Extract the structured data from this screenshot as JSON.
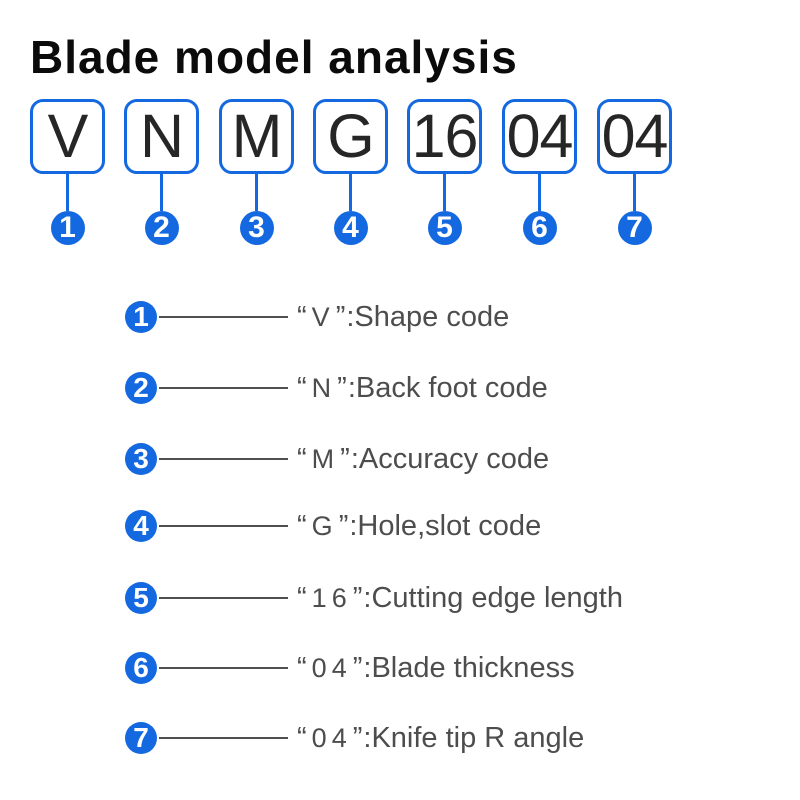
{
  "title": "Blade model analysis",
  "accent_blue": "#1468e0",
  "code_boxes": [
    {
      "num": "1",
      "code": "V"
    },
    {
      "num": "2",
      "code": "N"
    },
    {
      "num": "3",
      "code": "M"
    },
    {
      "num": "4",
      "code": "G"
    },
    {
      "num": "5",
      "code": "16"
    },
    {
      "num": "6",
      "code": "04"
    },
    {
      "num": "7",
      "code": "04"
    }
  ],
  "legend": {
    "quote_open": "“",
    "quote_close": "”",
    "colon": ":",
    "items": [
      {
        "num": "1",
        "code": "V",
        "label": "Shape code"
      },
      {
        "num": "2",
        "code": "N",
        "label": "Back foot code"
      },
      {
        "num": "3",
        "code": "M",
        "label": "Accuracy code"
      },
      {
        "num": "4",
        "code": "G",
        "label": "Hole,slot code"
      },
      {
        "num": "5",
        "code": "16",
        "label": "Cutting edge length"
      },
      {
        "num": "6",
        "code": "04",
        "label": "Blade thickness"
      },
      {
        "num": "7",
        "code": "04",
        "label": "Knife tip R angle"
      }
    ]
  }
}
